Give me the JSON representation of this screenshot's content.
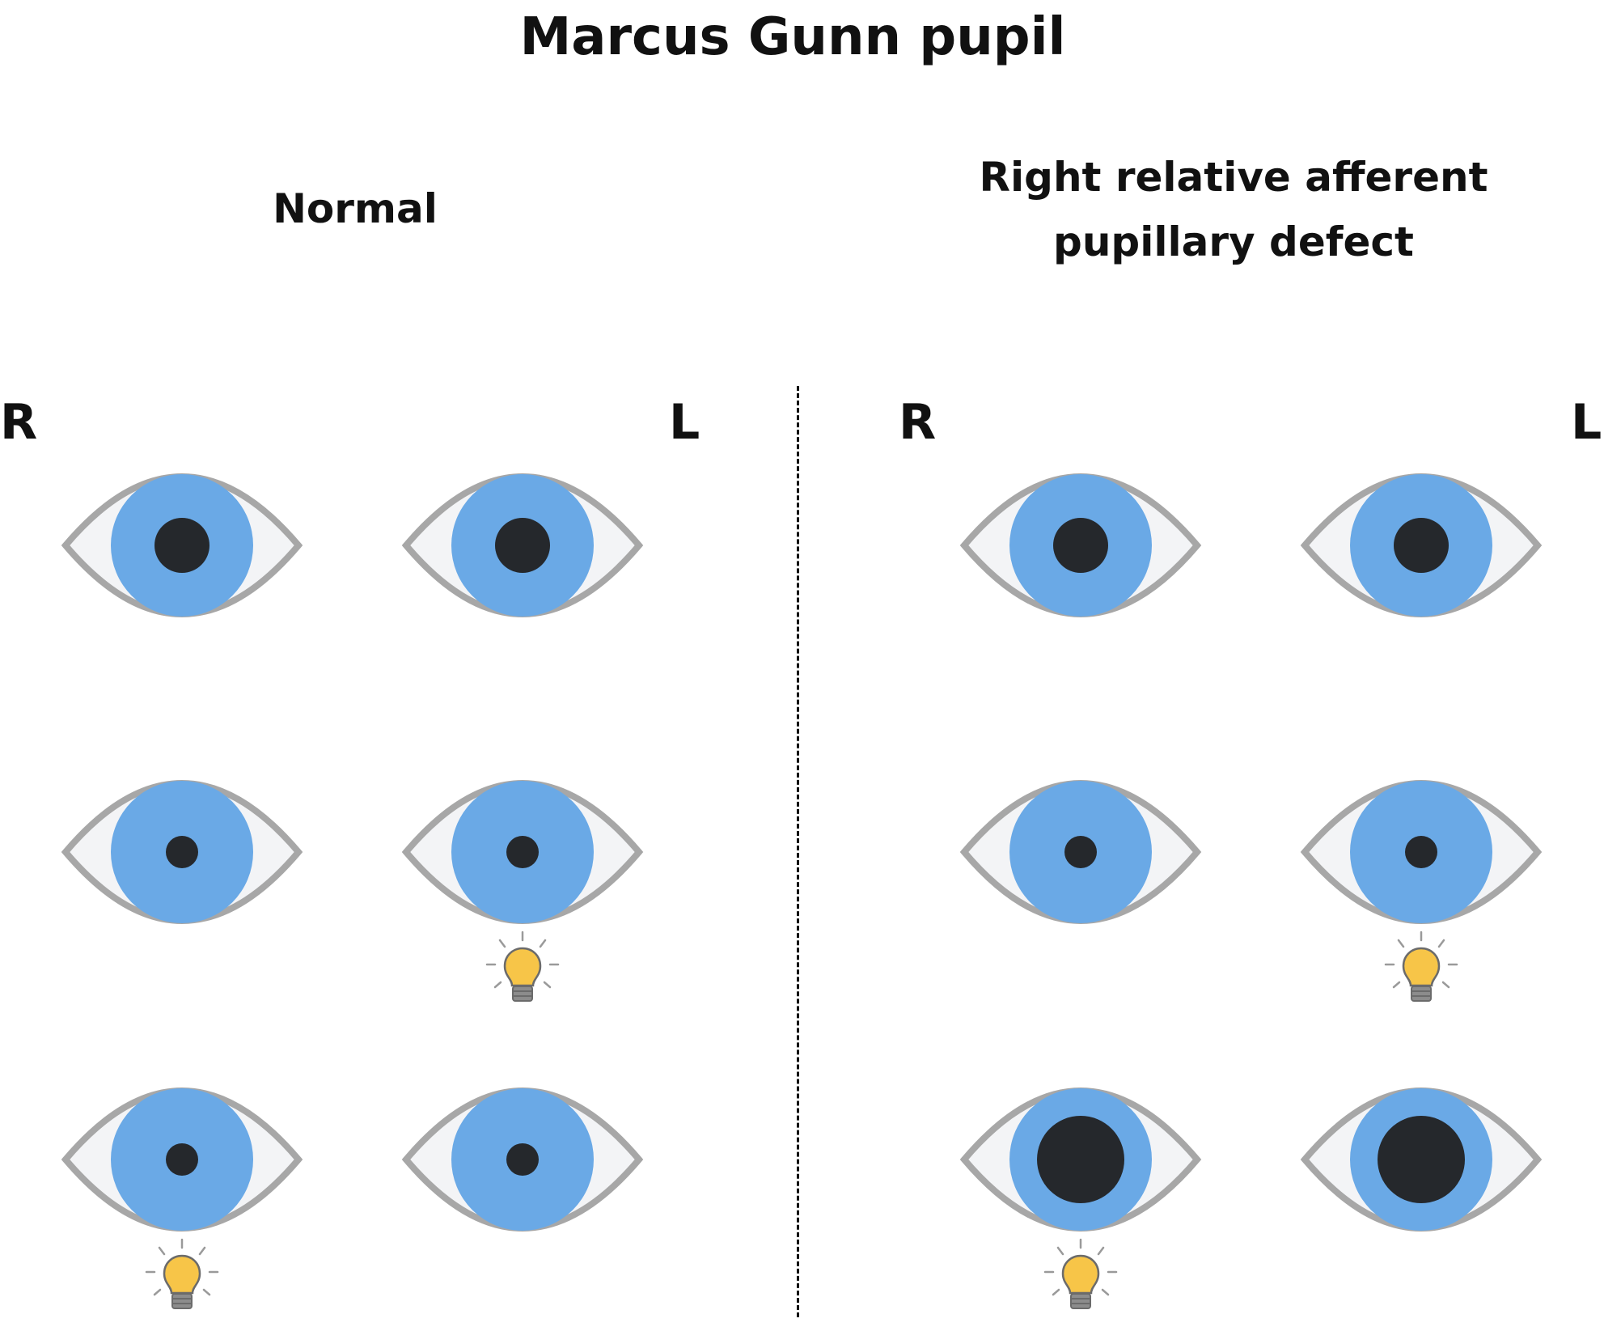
{
  "title": "Marcus Gunn pupil",
  "colors": {
    "sclera": "#f3f4f6",
    "eye_outline": "#a7a7a7",
    "iris": "#6aa9e6",
    "pupil": "#25282c",
    "bulb_glass": "#f7c548",
    "bulb_outline": "#6b6b6b",
    "bulb_base": "#8c8c8c",
    "divider": "#111111"
  },
  "panels": [
    {
      "title": "Normal",
      "right_label": "R",
      "left_label": "L",
      "rows": [
        {
          "light": "none",
          "right_pupil": "medium",
          "left_pupil": "medium"
        },
        {
          "light": "left eye",
          "right_pupil": "small",
          "left_pupil": "small"
        },
        {
          "light": "right eye",
          "right_pupil": "small",
          "left_pupil": "small"
        }
      ]
    },
    {
      "title": "Right relative afferent pupillary defect",
      "right_label": "R",
      "left_label": "L",
      "rows": [
        {
          "light": "none",
          "right_pupil": "medium",
          "left_pupil": "medium"
        },
        {
          "light": "left eye",
          "right_pupil": "small",
          "left_pupil": "small"
        },
        {
          "light": "right eye",
          "right_pupil": "large",
          "left_pupil": "large"
        }
      ]
    }
  ],
  "icons": {
    "eye": "eye-icon",
    "light": "light-bulb-icon"
  }
}
